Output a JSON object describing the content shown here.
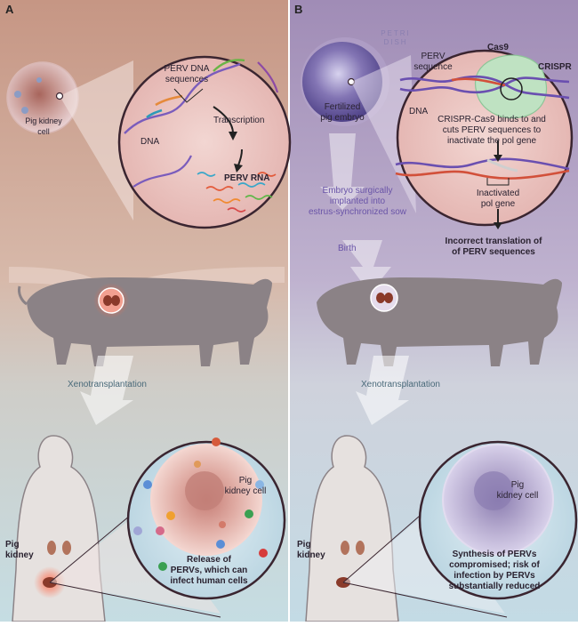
{
  "panel_a": {
    "letter": "A",
    "pig_kidney_cell": "Pig kidney\ncell",
    "perv_dna_sequences": "PERV DNA\nsequences",
    "dna": "DNA",
    "transcription": "Transcription",
    "perv_rna": "PERV RNA",
    "xenotransplantation": "Xenotransplantation",
    "pig_kidney_cell_2": "Pig\nkidney cell",
    "pig_kidney": "Pig\nkidney",
    "release": "Release of\nPERVs, which can\ninfect human cells"
  },
  "panel_b": {
    "letter": "B",
    "petri_dish": "PETRI\nDISH",
    "fertilized_embryo": "Fertilized\npig embryo",
    "cas9": "Cas9",
    "perv_sequence": "PERV\nsequence",
    "crispr": "CRISPR",
    "dna": "DNA",
    "crispr_description": "CRISPR-Cas9 binds to and\ncuts PERV sequences to\ninactivate the pol gene",
    "inactivated": "Inactivated\npol gene",
    "incorrect_translation": "Incorrect translation of\nof PERV sequences",
    "embryo_implanted": "Embryo surgically\nimplanted into\nestrus-synchronized sow",
    "birth": "Birth",
    "xenotransplantation": "Xenotransplantation",
    "pig_kidney_cell": "Pig\nkidney cell",
    "pig_kidney": "Pig\nkidney",
    "synthesis": "Synthesis of PERVs\ncompromised; risk of\ninfection by PERVs\nsubstantially reduced"
  },
  "colors": {
    "panel_a_top": "#c79a86",
    "panel_a_bottom": "#c7dde2",
    "panel_b_top": "#a592b8",
    "panel_b_bottom": "#c5dbe4",
    "circle_border": "#3a2530",
    "dna_purple": "#6a4fb0",
    "perv_red": "#d2503a"
  }
}
